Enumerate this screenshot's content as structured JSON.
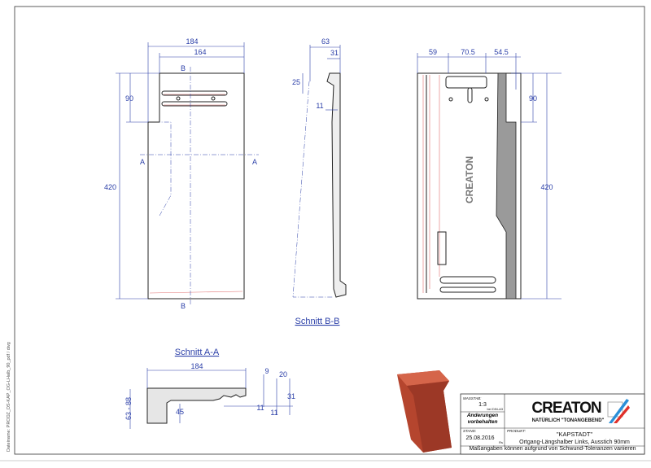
{
  "file_label": "Dateiname: PRODZ_DS-KAP_OG-LHalb_90_pdf / dwg",
  "front_view": {
    "dim_width_total": "184",
    "dim_width_inner": "164",
    "dim_height": "420",
    "dim_notch": "90",
    "section_a": "A",
    "section_b": "B"
  },
  "section_bb": {
    "title": "Schnitt B-B",
    "dim_63": "63",
    "dim_31": "31",
    "dim_25": "25",
    "dim_11": "11"
  },
  "back_view": {
    "dim_59": "59",
    "dim_70_5": "70.5",
    "dim_54_5": "54.5",
    "dim_90": "90",
    "dim_420": "420",
    "logo_text": "CREATON"
  },
  "section_aa": {
    "title": "Schnitt A-A",
    "dim_184": "184",
    "dim_height": "63 - 88",
    "dim_45": "45",
    "dim_9": "9",
    "dim_20": "20",
    "dim_31": "31",
    "dim_11a": "11",
    "dim_11b": "11"
  },
  "title_block": {
    "scale_label": "MASSTAB:",
    "scale": "1:3",
    "paper": "bei DIN-A3",
    "changes": "Änderungen vorbehalten",
    "date_label": "STAND:",
    "date": "25.08.2016",
    "initials": "Rs",
    "product_label": "PRODUKT:",
    "product_name": "\"KAPSTADT\"",
    "product_desc": "Ortgang-Längshalber Links, Ausstich 90mm",
    "brand": "CREATON",
    "slogan": "NATÜRLICH \"TONANGEBEND\"",
    "disclaimer": "Maßangaben können aufgrund von Schwund-Toleranzen variieren"
  },
  "colors": {
    "dimension": "#2b3fa8",
    "tile": "#b5452e",
    "accent_blue": "#2a8fd8",
    "accent_red": "#e0302a"
  }
}
